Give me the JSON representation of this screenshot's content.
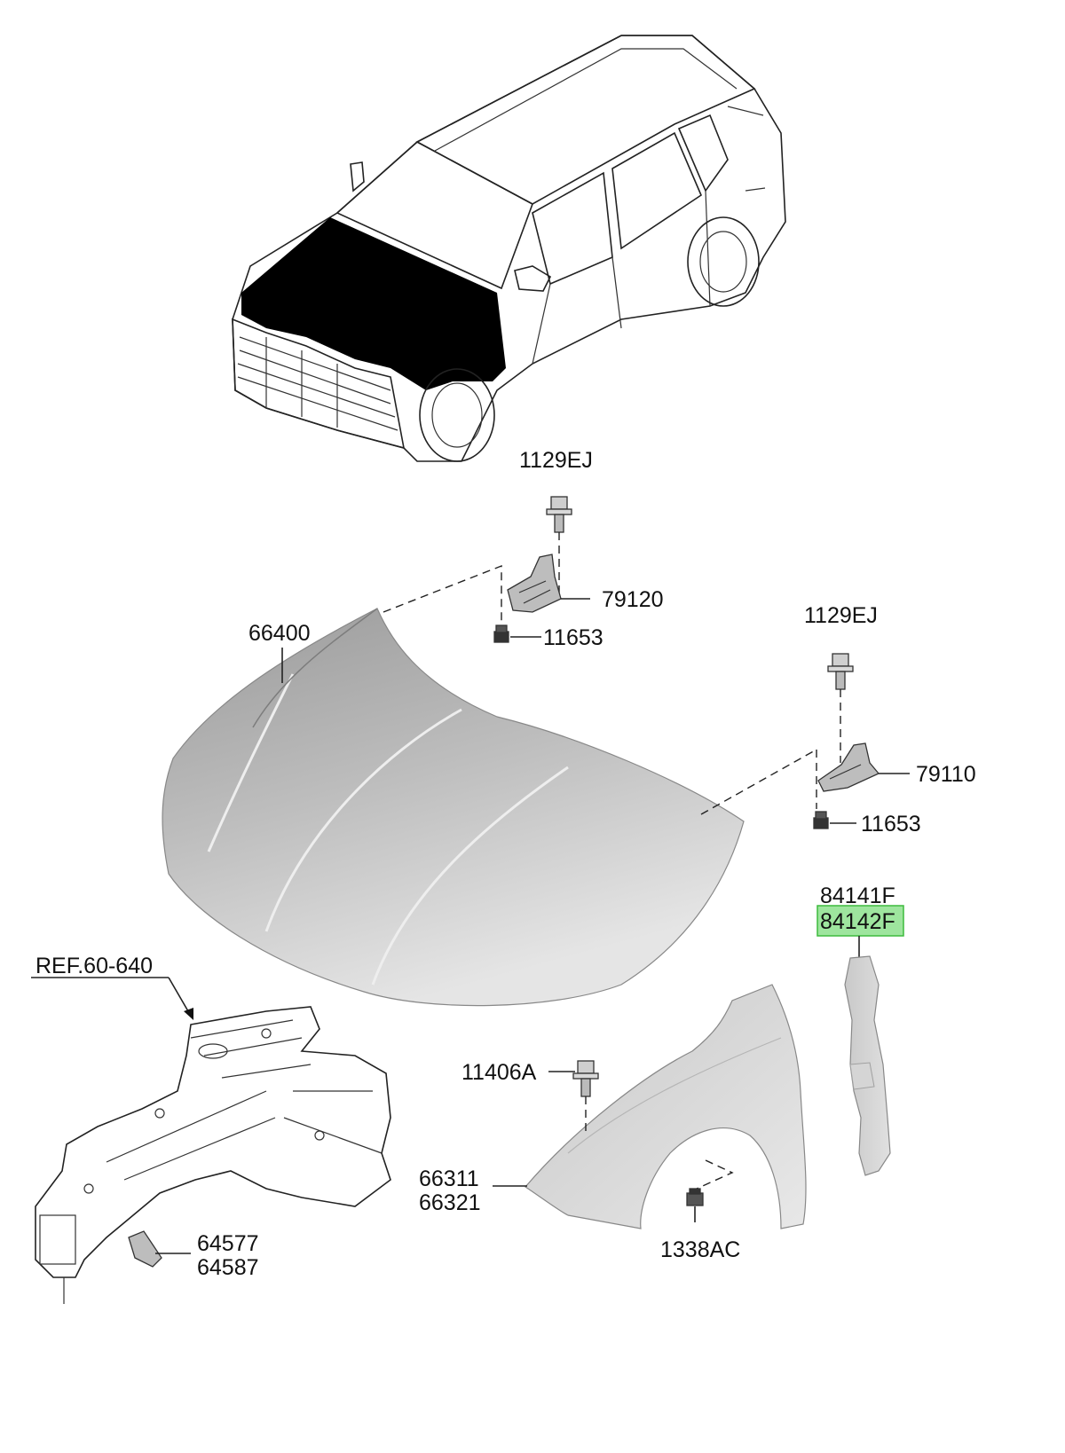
{
  "colors": {
    "highlight_fill": "#9ee59e",
    "highlight_border": "#3dbb3d",
    "hood_light": "#e3e3e3",
    "hood_dark": "#9a9a9a",
    "hood_area_on_car": "#000000"
  },
  "callouts": {
    "bolt_top": "1129EJ",
    "hinge_upper": "79120",
    "nut_upper": "11653",
    "hood": "66400",
    "bolt_right": "1129EJ",
    "hinge_lower": "79110",
    "nut_lower": "11653",
    "insulator_a": "84141F",
    "insulator_b": "84142F",
    "ref": "REF.60-640",
    "fender_bolt": "11406A",
    "fender_a": "66311",
    "fender_b": "66321",
    "fender_nut": "1338AC",
    "bracket_a": "64577",
    "bracket_b": "64587"
  }
}
